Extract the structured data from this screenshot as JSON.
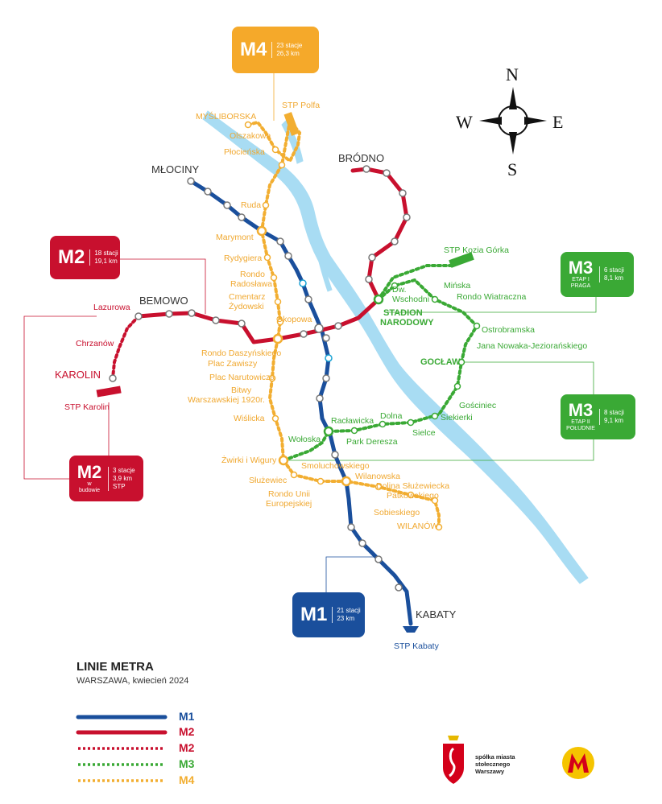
{
  "title": "LINIE METRA",
  "subtitle": "WARSZAWA, kwiecień 2024",
  "colors": {
    "m1": "#1a4f9c",
    "m2": "#c8102e",
    "m3": "#3aa935",
    "m4": "#f2ae31",
    "river": "#a8dcf3"
  },
  "compass": {
    "n": "N",
    "e": "E",
    "s": "S",
    "w": "W"
  },
  "boxes": {
    "m4": {
      "code": "M4",
      "l1": "23 stacje",
      "l2": "26,3 km"
    },
    "m2_main": {
      "code": "M2",
      "l1": "18 stacji",
      "l2": "19,1 km"
    },
    "m2_build": {
      "code": "M2",
      "sub1": "w",
      "sub2": "budowie",
      "l1": "3 stacje",
      "l2": "3,9 km",
      "l3": "STP"
    },
    "m3_praga": {
      "code": "M3",
      "sub1": "ETAP I",
      "sub2": "PRAGA",
      "l1": "6 stacji",
      "l2": "8,1 km"
    },
    "m3_south": {
      "code": "M3",
      "sub1": "ETAP II",
      "sub2": "POŁUDNIE",
      "l1": "8 stacji",
      "l2": "9,1 km"
    },
    "m1": {
      "code": "M1",
      "l1": "21 stacji",
      "l2": "23 km"
    }
  },
  "terminals": {
    "mlociny": "MŁOCINY",
    "brodno": "BRÓDNO",
    "bemowo": "BEMOWO",
    "karolin": "KAROLIN",
    "kabaty": "KABATY",
    "stadion1": "STADION",
    "stadion2": "NARODOWY",
    "goclaw": "GOCŁAW"
  },
  "depots": {
    "polfa": "STP Polfa",
    "kozia": "STP Kozia Górka",
    "karolin": "STP Karolin",
    "kabaty": "STP Kabaty"
  },
  "m4_stations": {
    "mysliborska": "MYŚLIBORSKA",
    "olszakowa": "Olszakowa",
    "plocienska": "Płocieńska",
    "ruda": "Ruda",
    "marymont": "Marymont",
    "rydygiera": "Rydygiera",
    "rondo_rad1": "Rondo",
    "rondo_rad2": "Radosława",
    "cmentarz1": "Cmentarz",
    "cmentarz2": "Żydowski",
    "okopowa": "Okopowa",
    "daszynskiego": "Rondo Daszyńskiego",
    "zawiszy": "Plac Zawiszy",
    "narutowicza": "Plac Narutowicza",
    "bitwy1": "Bitwy",
    "bitwy2": "Warszawskiej 1920r.",
    "wislicka": "Wiślicka",
    "zwirki": "Żwirki i Wigury",
    "sluzewiec": "Służewiec",
    "unii1": "Rondo Unii",
    "unii2": "Europejskiej",
    "smoluchowskiego": "Smoluchowskiego",
    "wilanowska": "Wilanowska",
    "dolina": "Dolina Służewiecka",
    "patkowskiego": "Patkowskiego",
    "sobieskiego": "Sobieskiego",
    "wilanow": "WILANÓW"
  },
  "m2_stations": {
    "lazurowa": "Lazurowa",
    "chrzanow": "Chrzanów"
  },
  "m3_stations": {
    "dw1": "Dw.",
    "dw2": "Wschodni",
    "minska": "Mińska",
    "rondo_wiatraczna": "Rondo Wiatraczna",
    "ostrobramska": "Ostrobramska",
    "nowaka": "Jana Nowaka-Jeziorańskiego",
    "gocsciniec": "Gościniec",
    "siekierki": "Siekierki",
    "sielce": "Sielce",
    "dolna": "Dolna",
    "park_dereszа": "Park Dereszа",
    "raclawicka": "Racławicka",
    "woloska": "Wołoska"
  },
  "legend": [
    {
      "label": "M1",
      "color": "#1a4f9c",
      "style": "solid"
    },
    {
      "label": "M2",
      "color": "#c8102e",
      "style": "solid"
    },
    {
      "label": "M2",
      "color": "#c8102e",
      "style": "dotted"
    },
    {
      "label": "M3",
      "color": "#3aa935",
      "style": "dotted"
    },
    {
      "label": "M4",
      "color": "#f2ae31",
      "style": "dotted"
    }
  ],
  "logo": {
    "l1": "spółka miasta",
    "l2": "stołecznego",
    "l3": "Warszawy"
  }
}
